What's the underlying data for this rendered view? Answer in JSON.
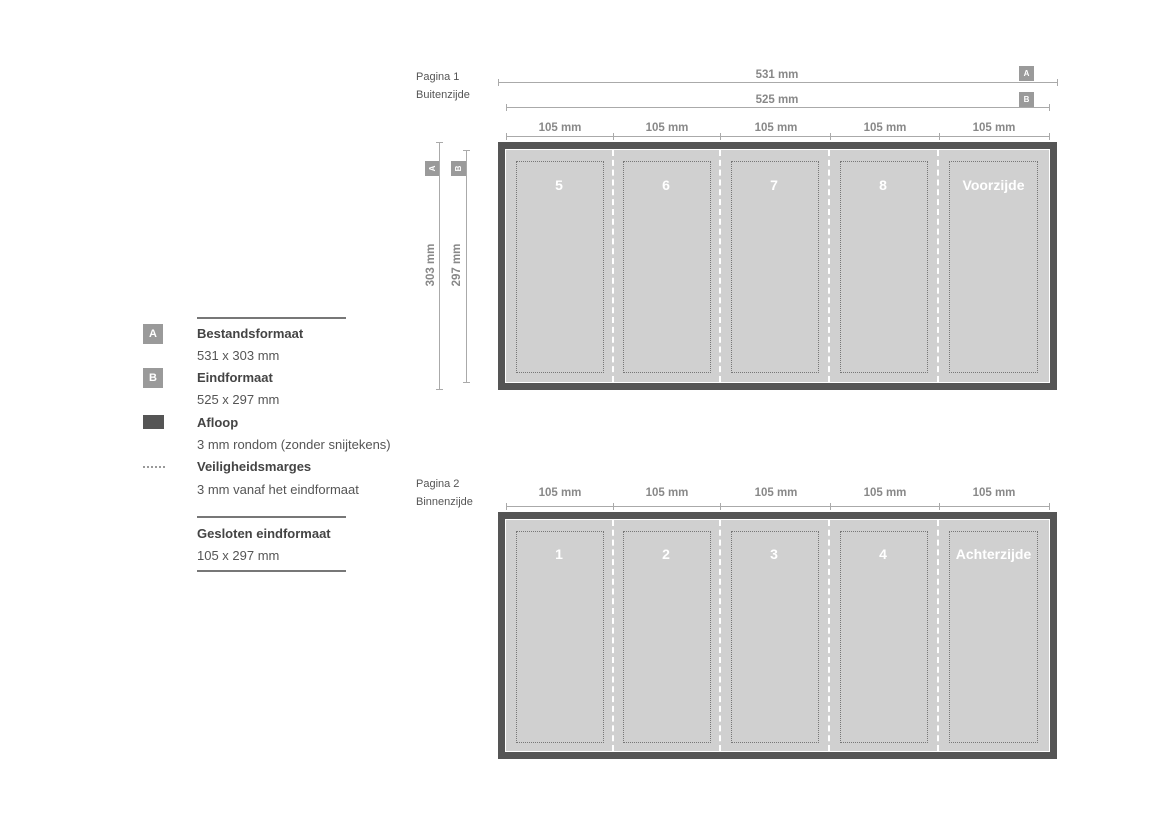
{
  "page1": {
    "label_line1": "Pagina 1",
    "label_line2": "Buitenzijde",
    "dim_a": "531 mm",
    "dim_b": "525 mm",
    "badge_a": "A",
    "badge_b": "B",
    "panel_width": "105 mm",
    "height_a": "303 mm",
    "height_b": "297 mm",
    "panels": [
      "5",
      "6",
      "7",
      "8",
      "Voorzijde"
    ]
  },
  "page2": {
    "label_line1": "Pagina 2",
    "label_line2": "Binnenzijde",
    "panel_width": "105 mm",
    "panels": [
      "1",
      "2",
      "3",
      "4",
      "Achterzijde"
    ]
  },
  "legend": {
    "items": [
      {
        "badge": "A",
        "title": "Bestandsformaat",
        "sub": "531 x 303 mm"
      },
      {
        "badge": "B",
        "title": "Eindformaat",
        "sub": "525 x 297 mm"
      },
      {
        "badge": "",
        "title": "Afloop",
        "sub": "3 mm rondom (zonder snijtekens)"
      },
      {
        "badge": "",
        "title": "Veiligheidsmarges",
        "sub": "3 mm vanaf het eindformaat"
      }
    ],
    "closed": {
      "title": "Gesloten eindformaat",
      "sub": "105 x 297 mm"
    }
  },
  "colors": {
    "bleed": "#555555",
    "paper": "#d0d0d0",
    "badge": "#9a9a9a",
    "dimension": "#aaaaaa"
  }
}
